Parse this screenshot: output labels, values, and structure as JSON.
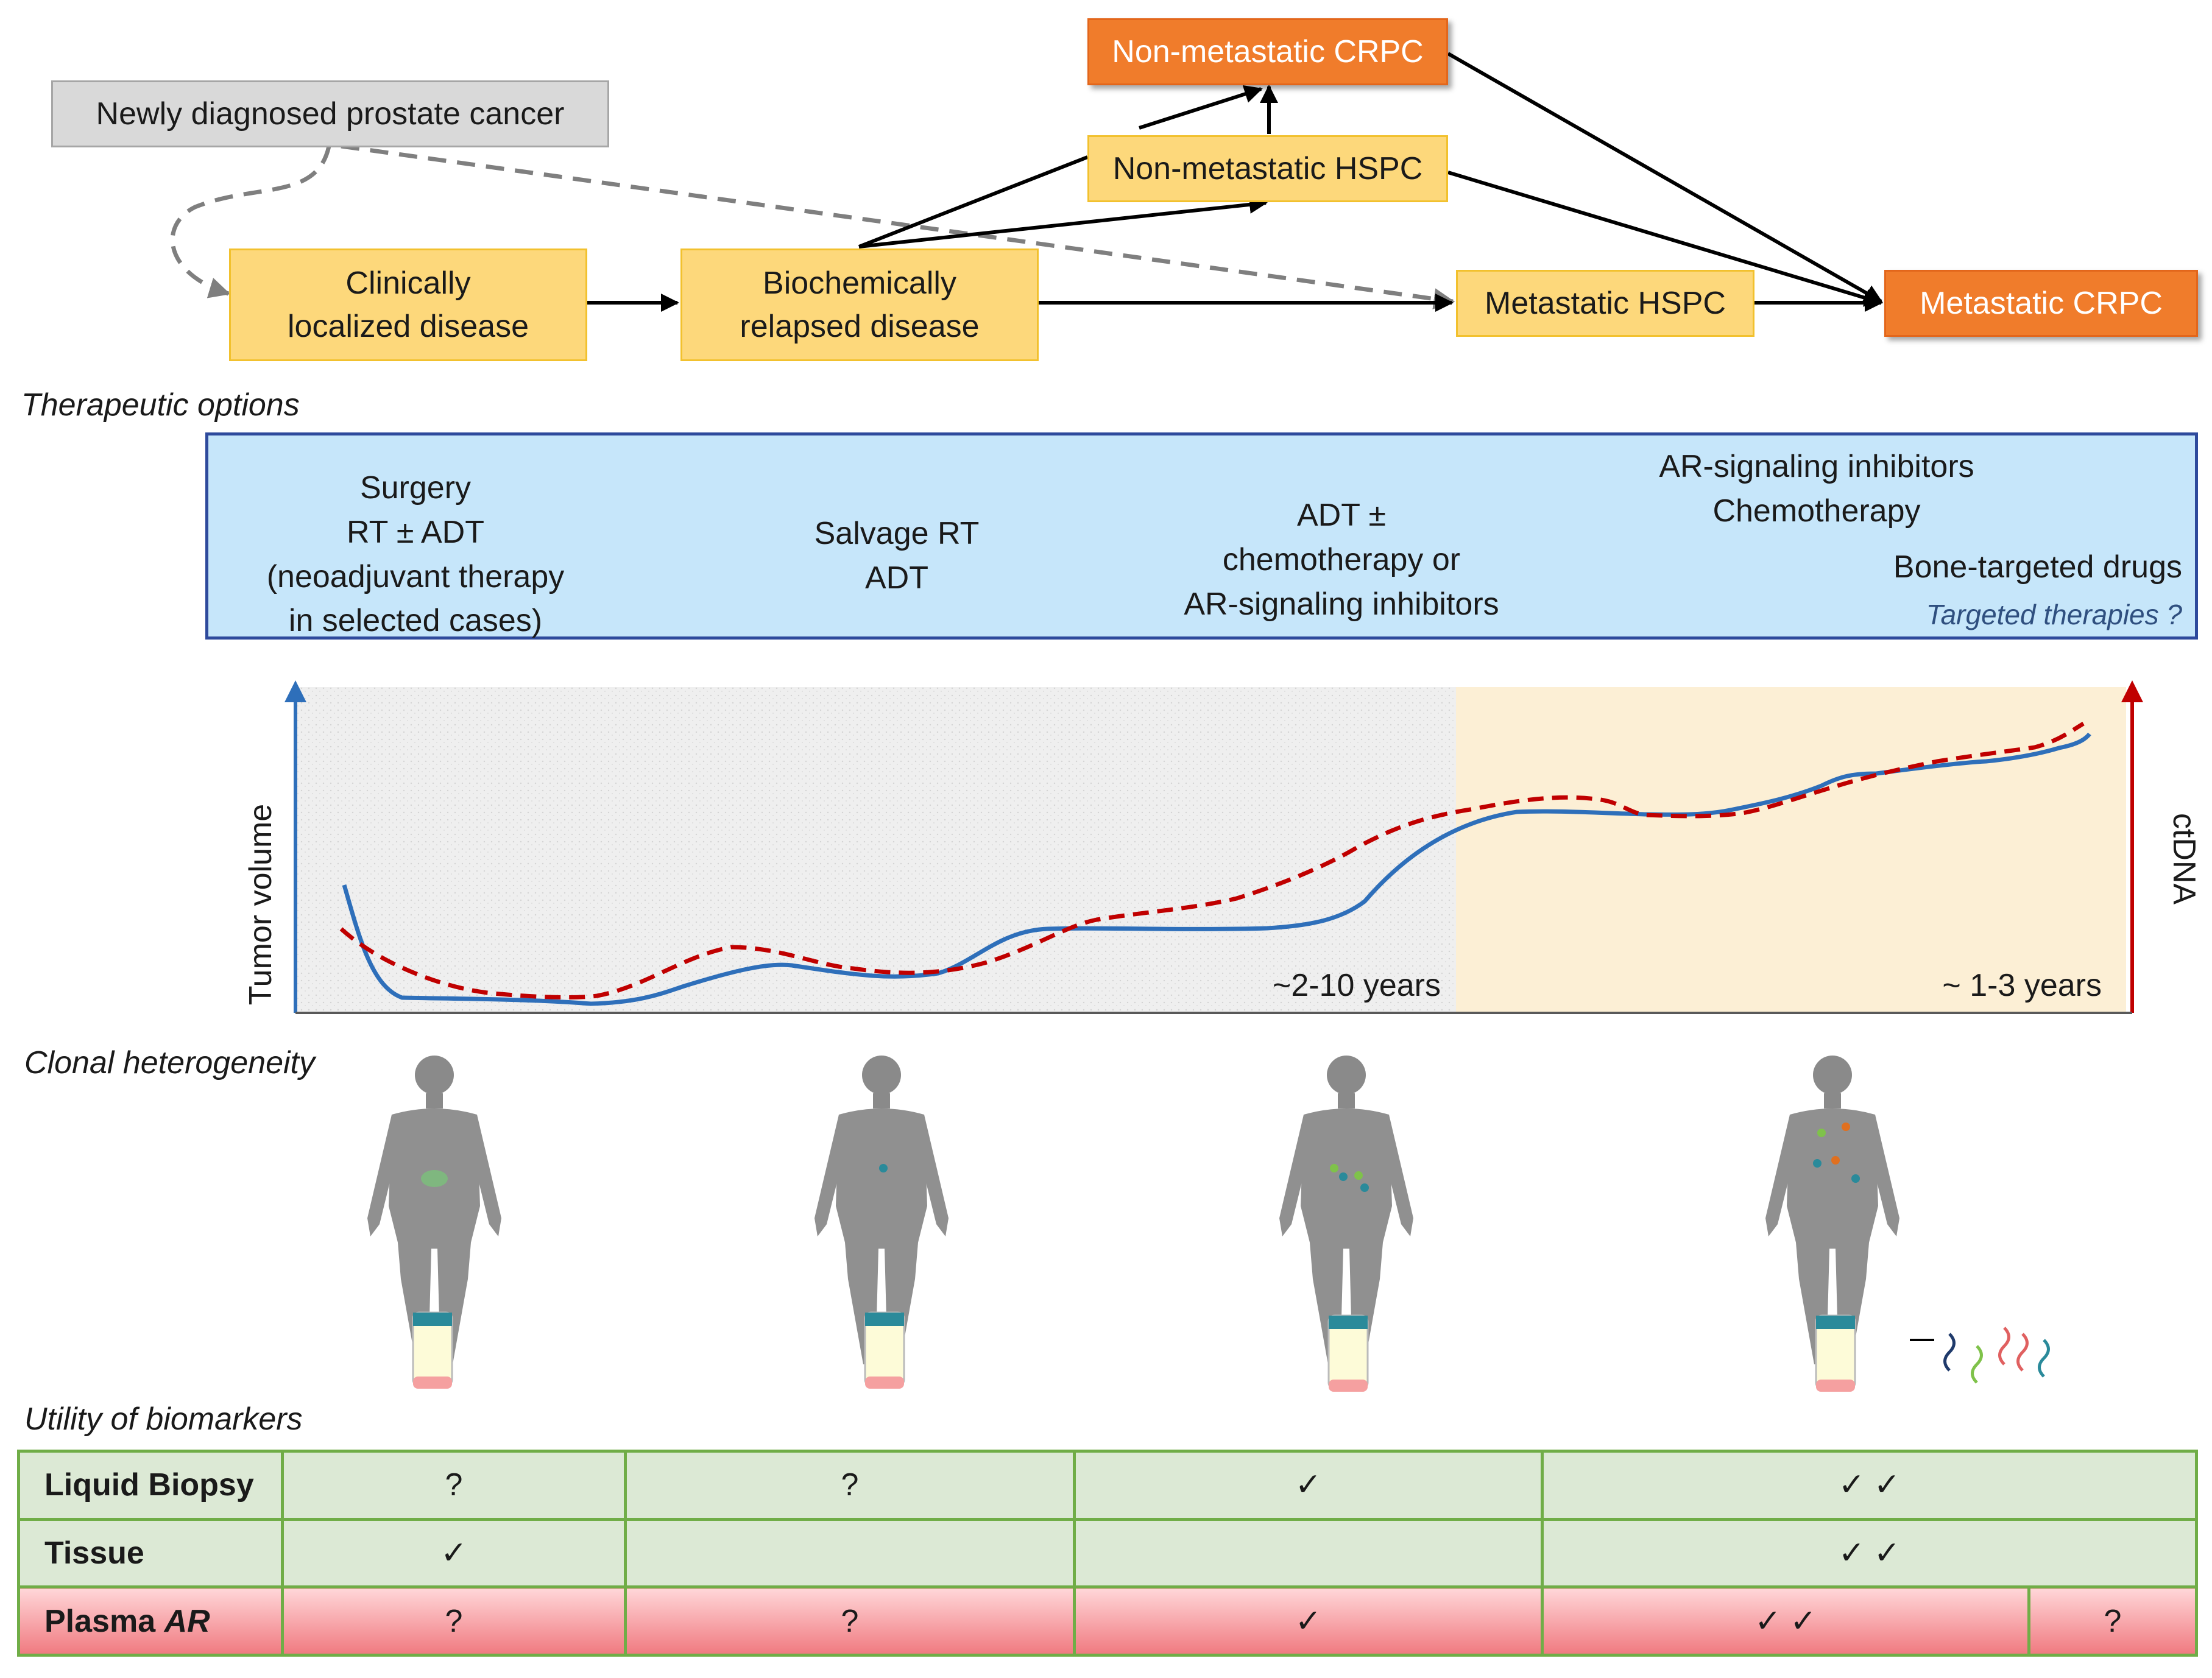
{
  "flow": {
    "newly_diagnosed": "Newly diagnosed prostate cancer",
    "clinically_localized": [
      "Clinically",
      "localized disease"
    ],
    "biochemically_relapsed": [
      "Biochemically",
      "relapsed disease"
    ],
    "nonmet_hspc": "Non-metastatic HSPC",
    "nonmet_crpc": "Non-metastatic CRPC",
    "met_hspc": "Metastatic HSPC",
    "met_crpc": "Metastatic CRPC"
  },
  "sections": {
    "therapeutic": "Therapeutic options",
    "clonal": "Clonal heterogeneity",
    "utility": "Utility of  biomarkers"
  },
  "therapy": {
    "col1": [
      "Surgery",
      "RT ± ADT",
      "(neoadjuvant therapy",
      "in selected cases)"
    ],
    "col2": [
      "Salvage RT",
      "ADT"
    ],
    "col3": [
      "ADT ±",
      "chemotherapy or",
      "AR-signaling inhibitors"
    ],
    "col4a": [
      "AR-signaling inhibitors",
      "Chemotherapy"
    ],
    "col4b": "Bone-targeted drugs",
    "col4c": "Targeted therapies ?"
  },
  "chart_data": {
    "type": "line",
    "ylabel": "Tumor volume",
    "ylabel_right": "ctDNA",
    "annotations": [
      "~2-10 years",
      "~ 1-3 years"
    ],
    "series": [
      {
        "color": "#2e6fba",
        "style": "solid"
      },
      {
        "color": "#c00000",
        "style": "dashed"
      }
    ]
  },
  "biomarkers": {
    "rows": [
      {
        "label": "Liquid Biopsy",
        "cells": [
          "?",
          "?",
          "✓",
          "✓ ✓"
        ]
      },
      {
        "label": "Tissue",
        "cells": [
          "✓",
          "",
          "",
          "✓ ✓"
        ]
      },
      {
        "label": "Plasma ",
        "label_italic": "AR",
        "cells": [
          "?",
          "?",
          "✓",
          "✓ ✓",
          "?"
        ]
      }
    ]
  },
  "colors": {
    "yellow_box": "#fdd87b",
    "orange_box": "#f07c2b",
    "therapy_bg": "#c6e6fa",
    "table_green": "#dce9d5",
    "table_red": "#f07a80"
  }
}
